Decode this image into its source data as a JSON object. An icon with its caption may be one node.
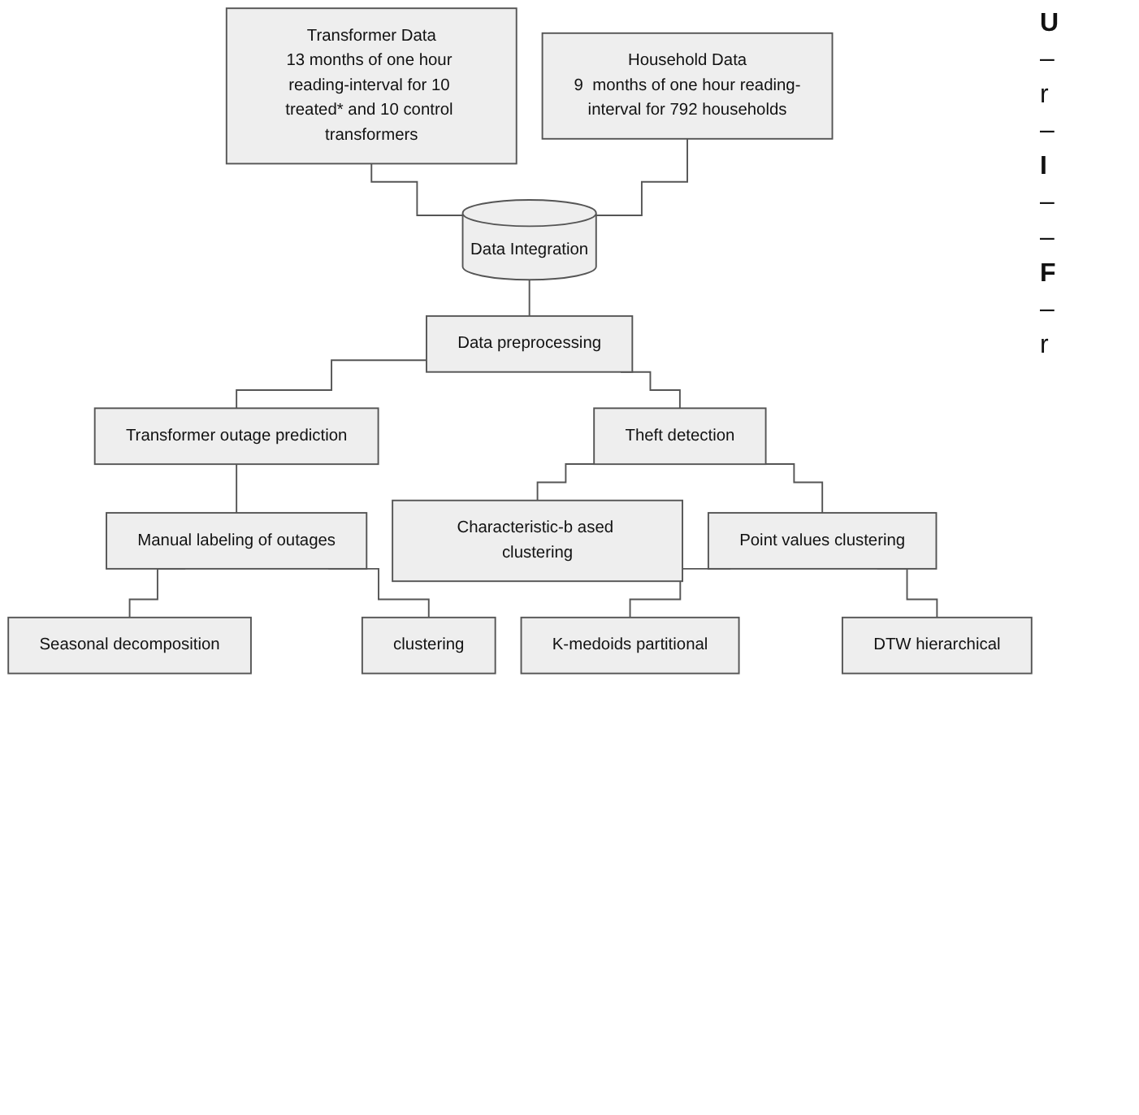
{
  "diagram": {
    "nodes": [
      {
        "text": [
          "Transformer Data",
          "13 months of one hour reading-interval for 10 treated* and 10 control transformers"
        ]
      },
      {
        "text": [
          "Household Data",
          "9  months of one hour reading-interval for 792 households"
        ]
      },
      {
        "text": [
          "Data Integration"
        ]
      },
      {
        "text": [
          "Data preprocessing"
        ]
      },
      {
        "text": [
          "Transformer outage prediction"
        ]
      },
      {
        "text": [
          "Theft detection"
        ]
      },
      {
        "text": [
          "Manual labeling of outages"
        ]
      },
      {
        "text": [
          "Characteristic-b ased clustering"
        ]
      },
      {
        "text": [
          "Point values clustering"
        ]
      },
      {
        "text": [
          "Seasonal decomposition"
        ]
      },
      {
        "text": [
          "clustering"
        ]
      },
      {
        "text": [
          "K-medoids partitional"
        ]
      },
      {
        "text": [
          "DTW hierarchical"
        ]
      }
    ],
    "edges": [
      {
        "from": 0,
        "to": 2,
        "arrow": "none"
      },
      {
        "from": 1,
        "to": 2,
        "arrow": "none"
      },
      {
        "from": 2,
        "to": 3,
        "arrow": "none"
      },
      {
        "from": 3,
        "to": 4,
        "arrow": "none"
      },
      {
        "from": 3,
        "to": 5,
        "arrow": "none"
      },
      {
        "from": 4,
        "to": 6,
        "arrow": "none"
      },
      {
        "from": 5,
        "to": 7,
        "arrow": "none"
      },
      {
        "from": 5,
        "to": 8,
        "arrow": "none"
      },
      {
        "from": 6,
        "to": 9,
        "arrow": "none"
      },
      {
        "from": 6,
        "to": 10,
        "arrow": "none"
      },
      {
        "from": 8,
        "to": 11,
        "arrow": "none"
      },
      {
        "from": 8,
        "to": 12,
        "arrow": "none"
      }
    ],
    "labels": [
      "U",
      "–",
      "r",
      "–",
      "I",
      "–",
      "–",
      "F",
      "–",
      "r"
    ]
  }
}
